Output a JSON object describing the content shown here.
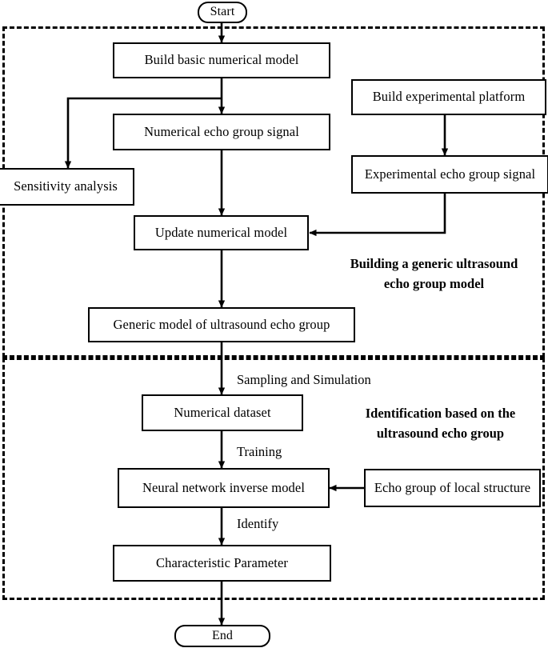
{
  "diagram": {
    "title": "Ultrasound echo group modeling and identification flowchart",
    "type": "flowchart",
    "colors": {
      "stroke": "#000000",
      "fill": "#ffffff",
      "text": "#000000"
    },
    "terminators": {
      "start": "Start",
      "end": "End"
    },
    "nodes": [
      {
        "id": "build-basic-numerical-model",
        "label": "Build basic numerical model"
      },
      {
        "id": "numerical-echo-group-signal",
        "label": "Numerical echo group signal"
      },
      {
        "id": "sensitivity-analysis",
        "label": "Sensitivity analysis"
      },
      {
        "id": "build-experimental-platform",
        "label": "Build experimental platform"
      },
      {
        "id": "experimental-echo-group-signal",
        "label": "Experimental echo group signal"
      },
      {
        "id": "update-numerical-model",
        "label": "Update numerical model"
      },
      {
        "id": "generic-model-of-ultrasound-echo-group",
        "label": "Generic model of ultrasound echo group"
      },
      {
        "id": "numerical-dataset",
        "label": "Numerical dataset"
      },
      {
        "id": "neural-network-inverse-model",
        "label": "Neural network inverse model"
      },
      {
        "id": "echo-group-of-local-structure",
        "label": "Echo group of local structure"
      },
      {
        "id": "characteristic-parameter",
        "label": "Characteristic Parameter"
      }
    ],
    "groups": [
      {
        "id": "building-generic-model",
        "label_line1": "Building a generic ultrasound",
        "label_line2": "echo group model"
      },
      {
        "id": "identification",
        "label_line1": "Identification based on the",
        "label_line2": "ultrasound echo group"
      }
    ],
    "edge_labels": [
      {
        "id": "sampling-and-simulation",
        "text": "Sampling and Simulation"
      },
      {
        "id": "training",
        "text": "Training"
      },
      {
        "id": "identify",
        "text": "Identify"
      }
    ]
  }
}
